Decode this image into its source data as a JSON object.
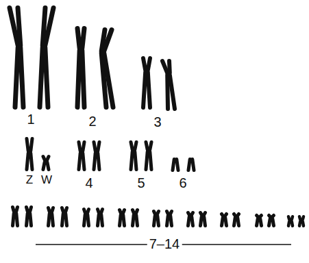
{
  "diagram": {
    "labels": [
      "1",
      "2",
      "3",
      "Z",
      "W",
      "4",
      "5",
      "6",
      "7–14"
    ]
  }
}
